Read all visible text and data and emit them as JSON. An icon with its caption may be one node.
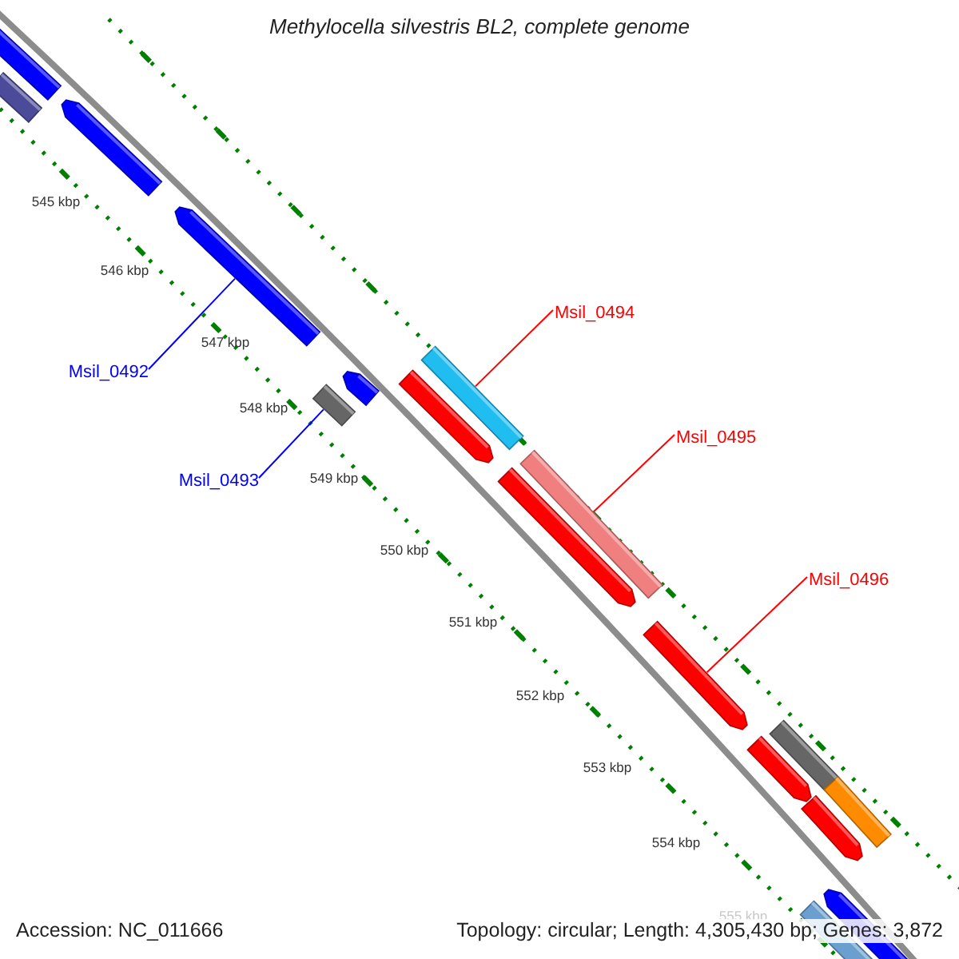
{
  "diagram": {
    "title": "Methylocella silvestris BL2, complete genome",
    "nodes": [
      {
        "text": [
          "Msil_0492"
        ]
      },
      {
        "text": [],
        "shape": "bar"
      },
      {
        "text": [
          "Msil_0493"
        ]
      },
      {
        "text": [],
        "shape": "bar"
      },
      {
        "text": [
          "Msil_0494"
        ]
      },
      {
        "text": [],
        "shape": "bar"
      },
      {
        "text": [
          "Msil_0495"
        ]
      },
      {
        "text": [],
        "shape": "bar"
      },
      {
        "text": [
          "Msil_0496"
        ]
      },
      {
        "text": [],
        "shape": "bar"
      }
    ],
    "edges": [
      {
        "from": 0,
        "to": 1,
        "arrow": "none",
        "color": "#0000ff"
      },
      {
        "from": 2,
        "to": 3,
        "arrow": "none",
        "color": "#0000ff"
      },
      {
        "from": 4,
        "to": 5,
        "arrow": "none"
      },
      {
        "from": 6,
        "to": 7,
        "arrow": "none"
      },
      {
        "from": 8,
        "to": 9,
        "arrow": "none"
      }
    ],
    "labels": [
      "545 kbp",
      "546 kbp",
      "547 kbp",
      "548 kbp",
      "549 kbp",
      "550 kbp",
      "551 kbp",
      "552 kbp",
      "553 kbp",
      "554 kbp",
      "555 kbp",
      "Accession: NC_011666",
      "Topology: circular; Length: 4,305,430 bp; Genes: 3,872"
    ]
  }
}
